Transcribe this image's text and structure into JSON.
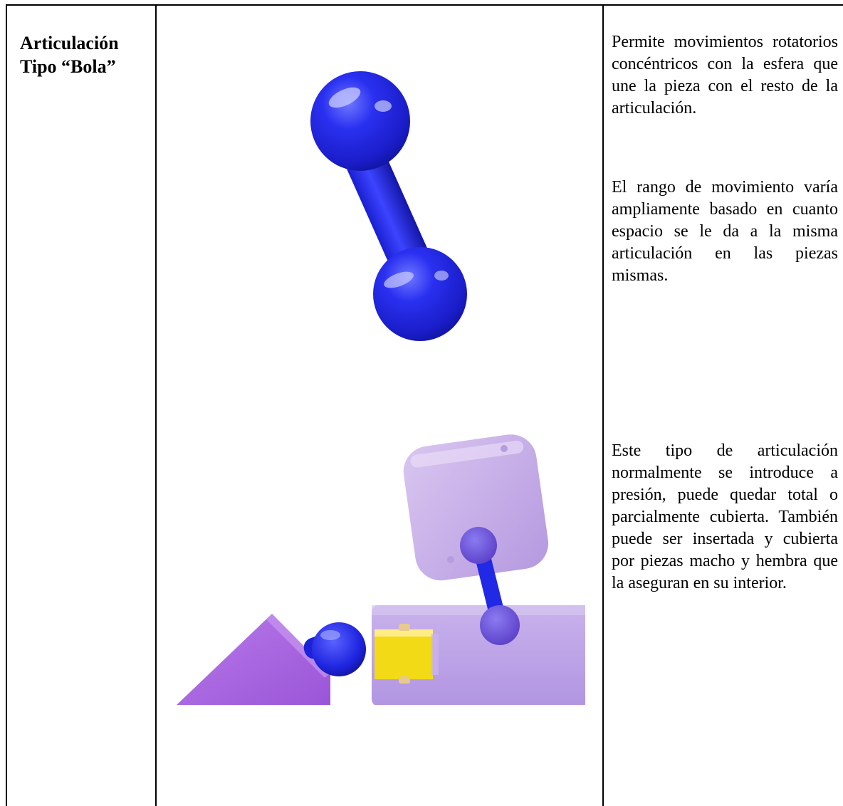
{
  "table": {
    "row_label": {
      "line1": "Articulación",
      "line2": "Tipo “Bola”"
    },
    "descriptions": [
      "Permite movimientos rotatorios concéntricos con la esfera que une la pieza con el resto de la articulación.",
      "El rango de movimiento varía ampliamente basado en cuanto espacio se le da a la misma articulación en las piezas mismas.",
      "Este tipo de articulación normalmente se introduce a presión, puede quedar total o parcialmente cubierta. También puede ser insertada y cubierta por piezas macho y hembra que la aseguran en su interior."
    ]
  },
  "figures": {
    "ball_joint_color": "#1f22e8",
    "body_violet": "#a064e0",
    "block_lavender": "#b69be0",
    "pin_yellow": "#f5dd1e"
  }
}
